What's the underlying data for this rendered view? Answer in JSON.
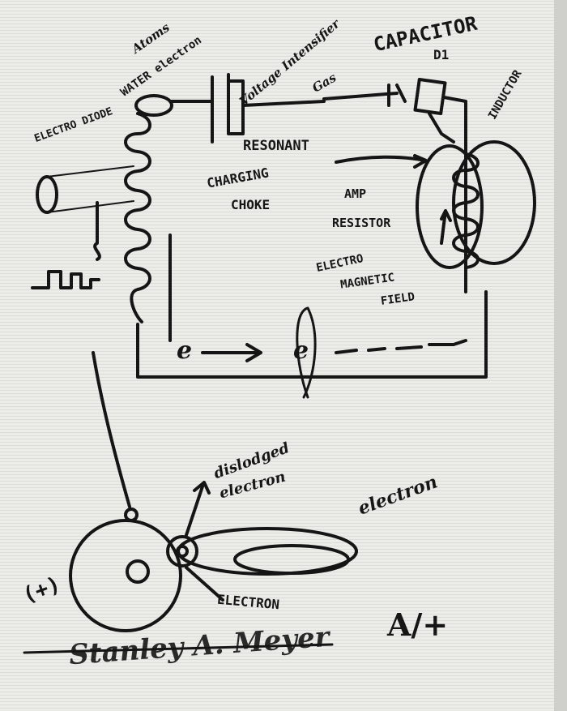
{
  "labels": {
    "electro_diode": "ELECTRO DIODE",
    "atoms": "Atoms",
    "water_electron": "WATER electron",
    "voltage_intensifier": "Voltage Intensifier",
    "gas": "Gas",
    "capacitor": "CAPACITOR",
    "d1": "D1",
    "inductor": "INDUCTOR",
    "resonant_charging_choke": [
      "RESONANT",
      "CHARGING",
      "CHOKE"
    ],
    "amp_resistor": [
      "AMP",
      "RESISTOR"
    ],
    "electromagnetic_field": [
      "ELECTRO",
      "MAGNETIC",
      "FIELD"
    ],
    "e_left": "e",
    "e_right": "e",
    "dislodged_electron": [
      "dislodged",
      "electron"
    ],
    "electron_charge": "electron",
    "electron_caps": "ELECTRON",
    "plus": "(+)",
    "a_plus": "A/+"
  },
  "signature": "Stanley A. Meyer"
}
